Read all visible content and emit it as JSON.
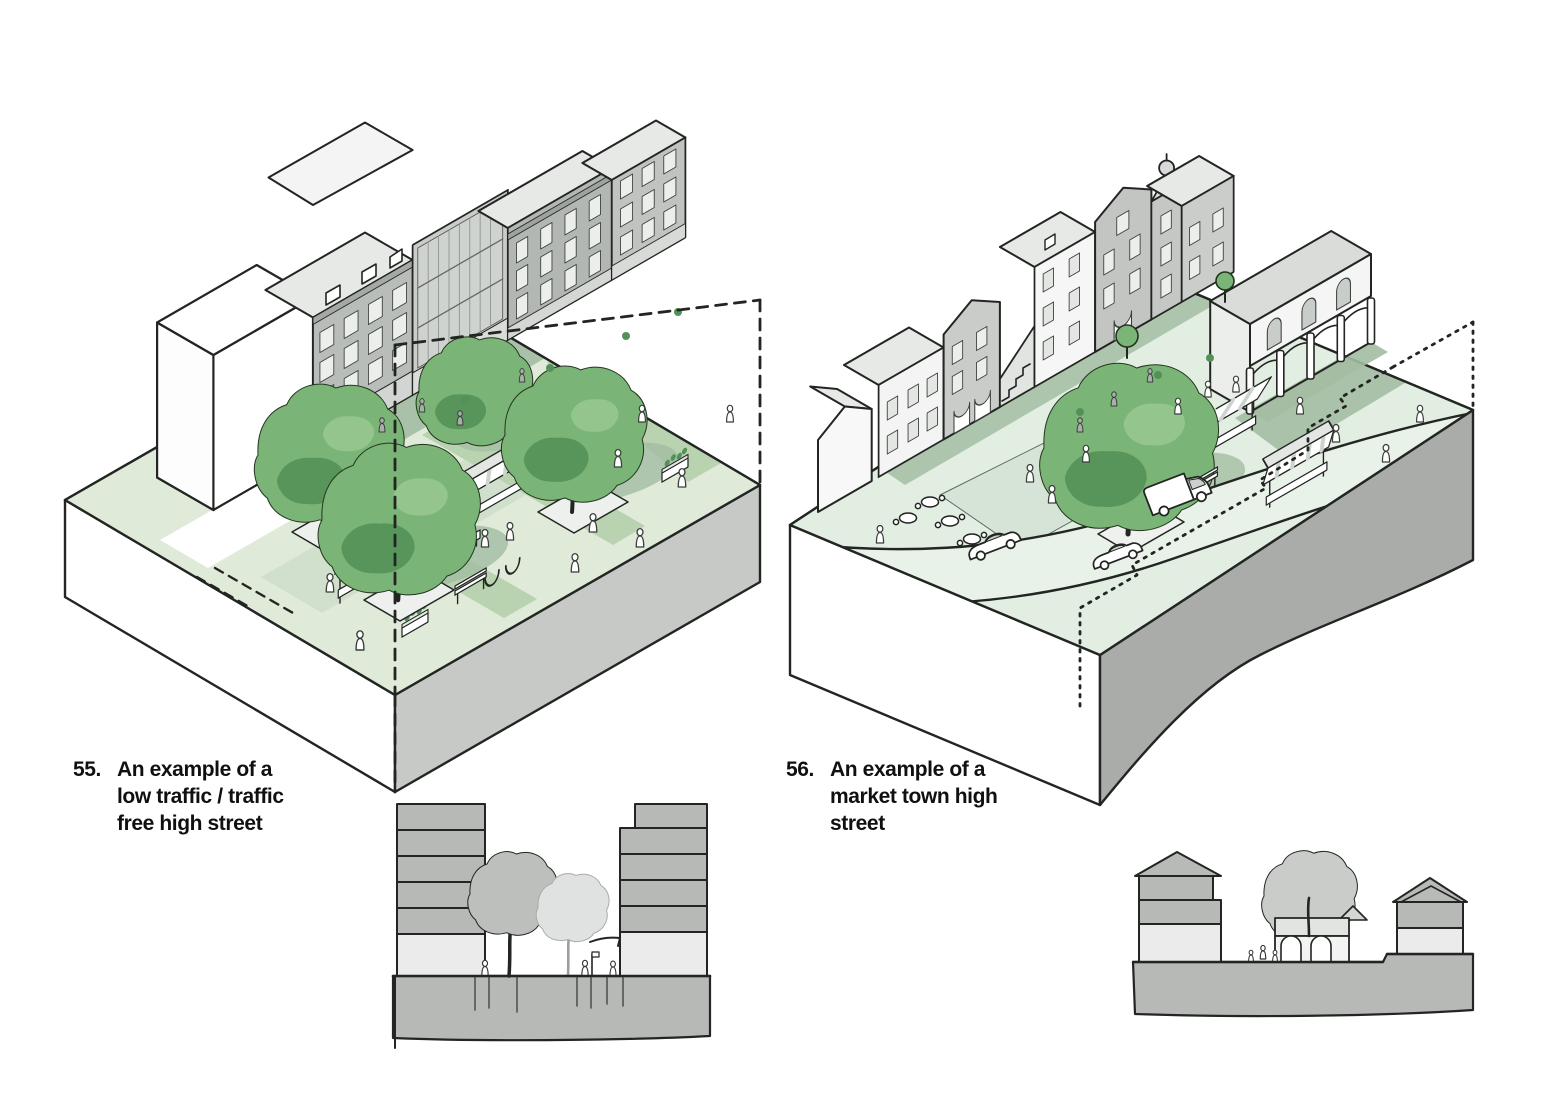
{
  "page": {
    "type": "design-guide illustration spread",
    "background": "#ffffff"
  },
  "figures": [
    {
      "number": "55.",
      "caption": "An example of a low traffic / traffic free high street",
      "caption_lines": [
        "An example of a",
        "low traffic / traffic",
        "free high street"
      ],
      "illustration": "isometric-sketch-low-traffic-high-street",
      "section_sketch": "street-section-sketch-low-traffic"
    },
    {
      "number": "56.",
      "caption": "An example of a market town high street",
      "caption_lines": [
        "An example of a",
        "market town high",
        "street"
      ],
      "illustration": "isometric-sketch-market-town-high-street",
      "section_sketch": "street-section-sketch-market-town"
    }
  ],
  "colors": {
    "caption-ink": "#101010",
    "ink": "#222522",
    "tree-green": "#7ab577",
    "tree-green-dark": "#549158",
    "tree-green-light": "#97c78f",
    "ground-green": "#dfead9",
    "ground-green-2": "#e3eee3",
    "band-green": "#b9d2b0",
    "sage": "#a3bda2",
    "road-green": "#e9f2e9",
    "roof-grey": "#e7e9e6",
    "facade-grey": "#b9bdb9",
    "slab-grey": "#c6c9c5",
    "slab-grey-dark": "#a9aca8",
    "section-grey": "#b6b9b6",
    "section-grey-light": "#eaebea"
  }
}
